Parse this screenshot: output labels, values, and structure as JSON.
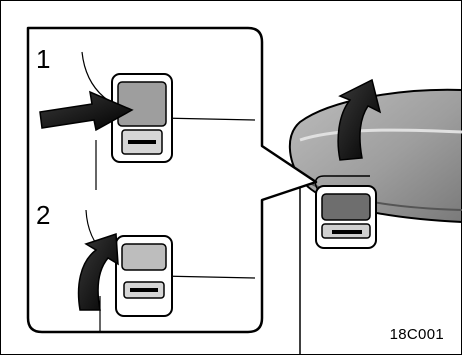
{
  "figure": {
    "steps": [
      {
        "number": "1"
      },
      {
        "number": "2"
      }
    ],
    "figure_code": "18C001"
  }
}
